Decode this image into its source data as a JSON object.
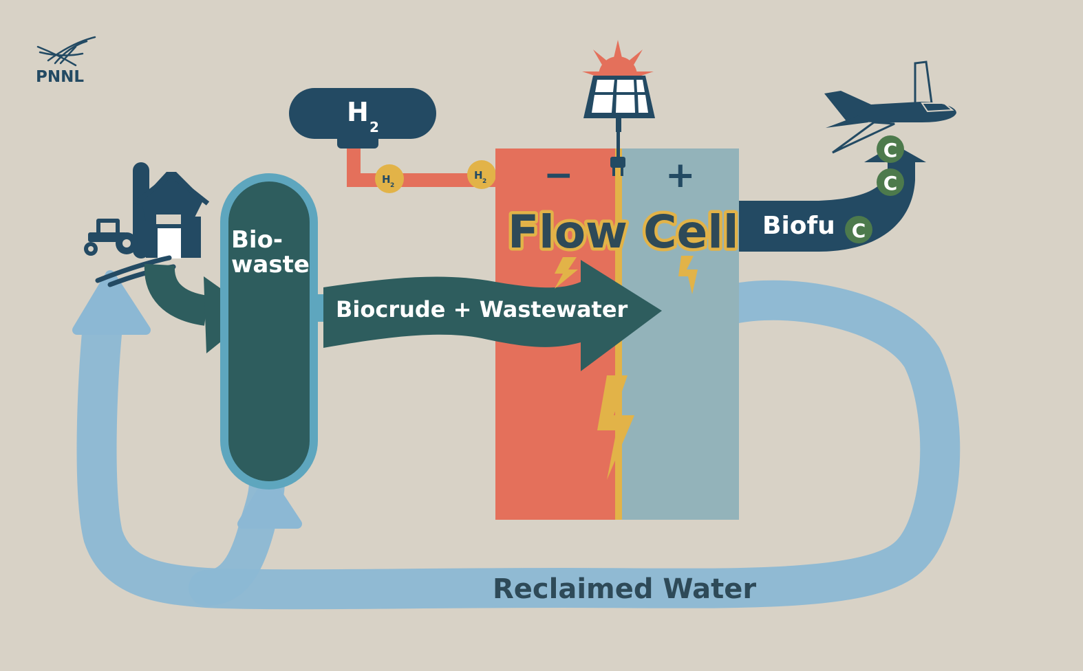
{
  "logo": {
    "text": "PNNL"
  },
  "hydrogen": {
    "tank_label": "H",
    "tank_subscript": "2",
    "bubble_label": "H",
    "bubble_subscript": "2"
  },
  "biowaste": {
    "line1": "Bio-",
    "line2": "waste"
  },
  "biocrude": {
    "label": "Biocrude + Wastewater"
  },
  "flow_cell": {
    "title": "Flow Cell",
    "negative_sign": "−",
    "positive_sign": "+"
  },
  "biofuel": {
    "label": "Biofu",
    "carbon_symbol": "C"
  },
  "reclaimed": {
    "label": "Reclaimed Water"
  },
  "colors": {
    "background": "#d8d2c6",
    "navy": "#234a63",
    "salmon": "#e4705b",
    "steel_blue": "#93b3ba",
    "water": "#8cb8d4",
    "green": "#2e5d5e",
    "yellow": "#e2b348",
    "carbon_green": "#4d7a4c"
  },
  "icons": [
    "pnnl-logo-icon",
    "farm-barn-icon",
    "tractor-icon",
    "solar-panel-icon",
    "sun-icon",
    "plug-icon",
    "airplane-icon",
    "lightning-icon"
  ]
}
